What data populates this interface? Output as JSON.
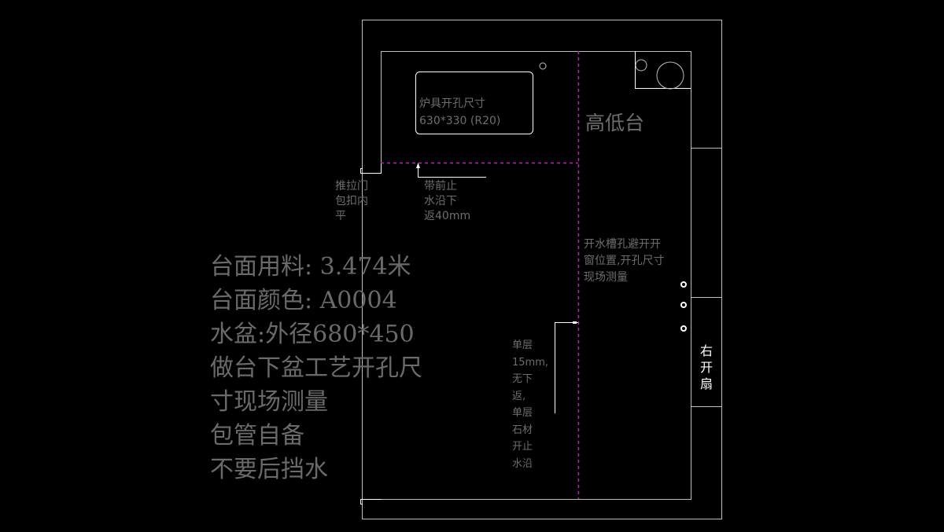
{
  "drawing": {
    "cooktop_label": "炉具开孔尺寸",
    "cooktop_size": "630*330  (R20)",
    "high_low_label": "高低台",
    "sliding_door_note": [
      "推拉门",
      "包扣内",
      "平"
    ],
    "front_edge_note": [
      "带前止",
      "水沿下",
      "返40mm"
    ],
    "sink_hole_note": [
      "开水槽孔避开开",
      "窗位置,开孔尺寸",
      "现场测量"
    ],
    "single_layer_note": [
      "单层",
      "15mm,",
      "无下",
      "返,",
      "单层",
      "石材",
      "开止",
      "水沿"
    ],
    "window_label": [
      "右",
      "开",
      "扇"
    ],
    "specs": [
      "台面用料: 3.474米",
      "台面颜色: A0004",
      "水盆:外径680*450",
      "做台下盆工艺开孔尺",
      "寸现场测量",
      "包管自备",
      "不要后挡水"
    ]
  },
  "colors": {
    "line": "#d0d0d0",
    "dashed": "#c020c0",
    "text": "#6d6d6d",
    "background": "#000000"
  }
}
